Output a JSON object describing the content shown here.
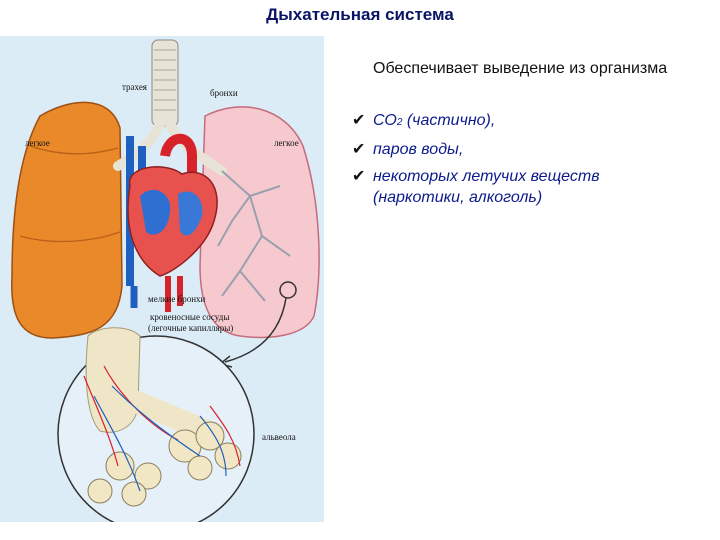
{
  "title": "Дыхательная система",
  "figure": {
    "labels": {
      "trachea": "трахея",
      "bronchi": "бронхи",
      "lung_left": "легкое",
      "lung_right": "легкое",
      "small_bronchi": "мелкие бронхи",
      "blood_vessels": "кровеносные сосуды",
      "capillaries": "(легочные капилляры)",
      "alveolus": "альвеола"
    }
  },
  "text": {
    "intro": "Обеспечивает выведение из организма",
    "items": [
      {
        "main": "СО",
        "sub": "2",
        "rest": " (частично),"
      },
      {
        "main": "паров воды,",
        "sub": "",
        "rest": ""
      },
      {
        "main": "некоторых летучих веществ (наркотики, алкоголь)",
        "sub": "",
        "rest": ""
      }
    ],
    "check_glyph": "✔"
  },
  "colors": {
    "title": "#0a1466",
    "bullets": "#0c1a8c",
    "lung_left": "#e9892a",
    "lung_right": "#f6c9cf",
    "artery": "#d8222a",
    "vein": "#1f5fbf",
    "figure_bg": "#dcecf7"
  }
}
